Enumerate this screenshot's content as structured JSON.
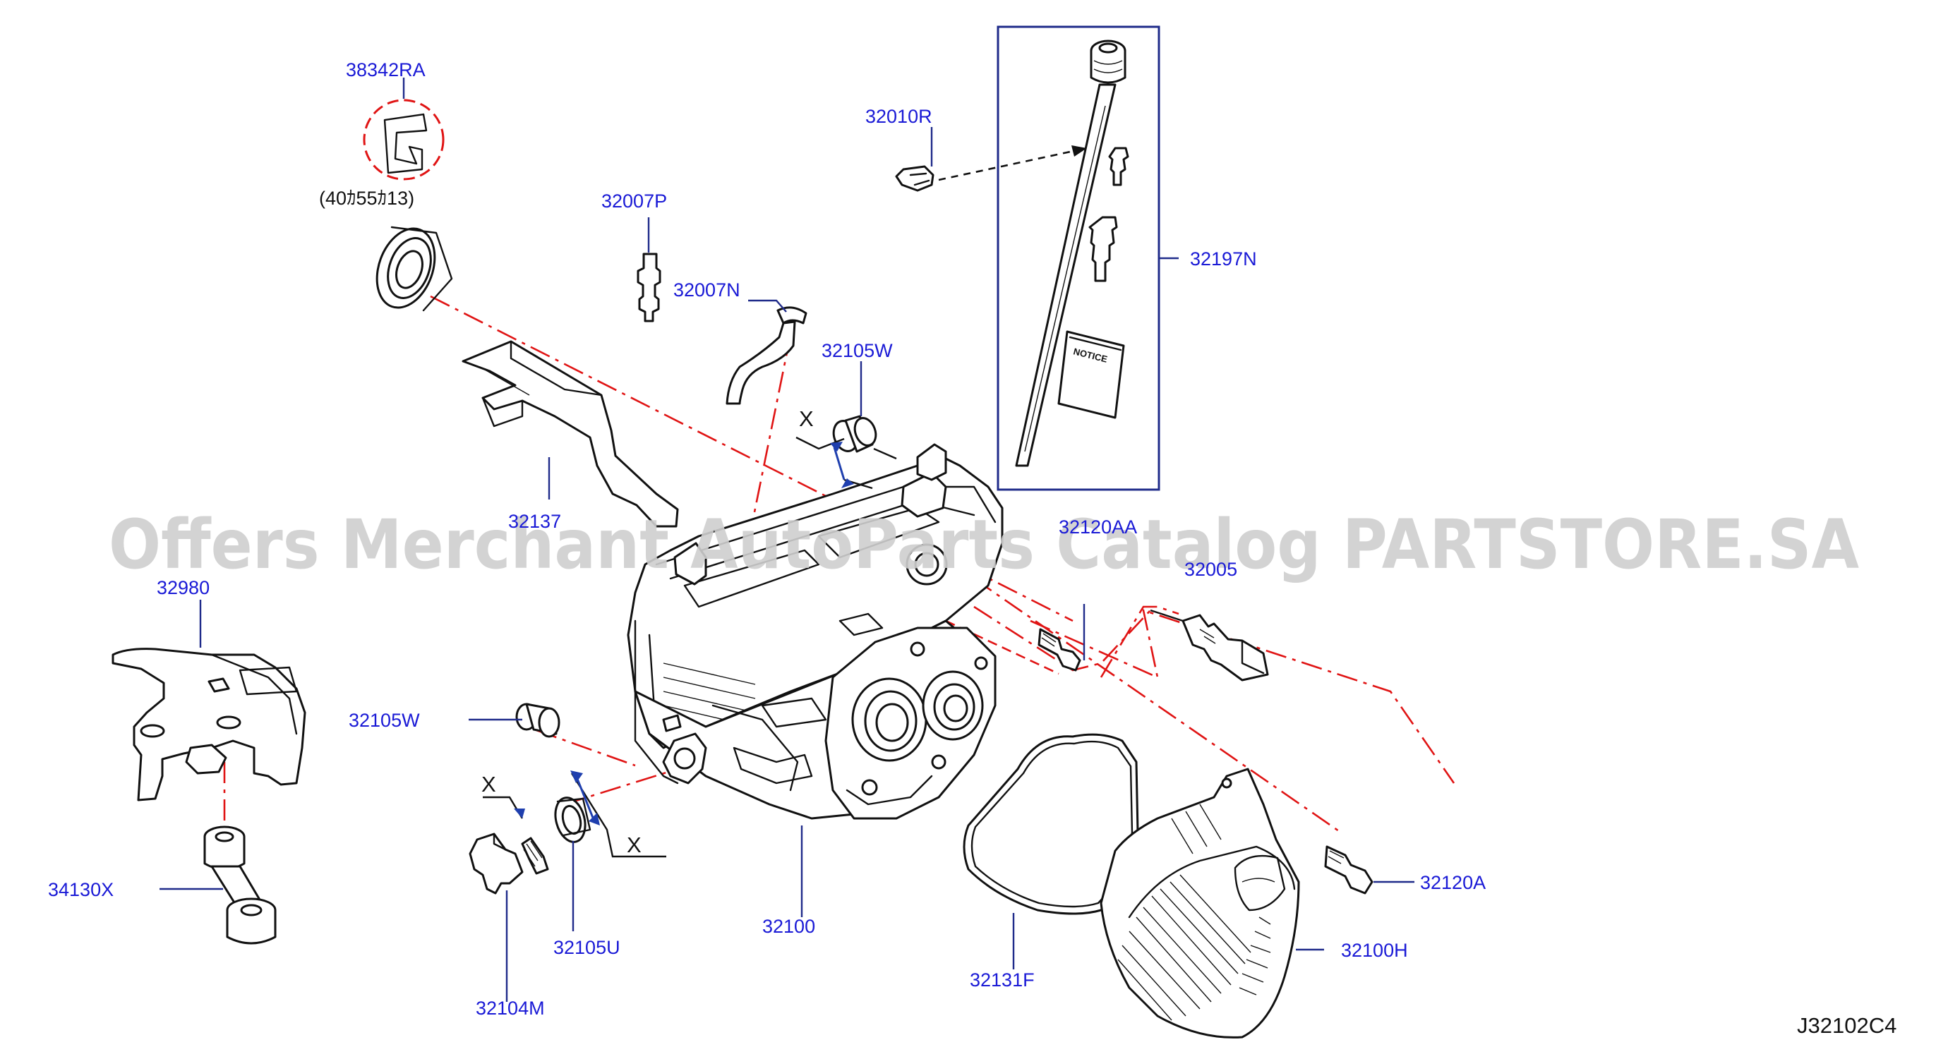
{
  "diagram_ref": "J32102C4",
  "watermark": "Offers Merchant AutoParts Catalog PARTSTORE.SA",
  "callouts": {
    "p38342RA": "38342RA",
    "p38342RA_note": "(40ｶ55ｶ13)",
    "p32007P": "32007P",
    "p32007N": "32007N",
    "p32010R": "32010R",
    "p32105W_top": "32105W",
    "p32197N": "32197N",
    "p32137": "32137",
    "p32120AA": "32120AA",
    "p32005": "32005",
    "p32980": "32980",
    "p32105W": "32105W",
    "p34130X": "34130X",
    "p32105U": "32105U",
    "p32104M": "32104M",
    "p32100": "32100",
    "p32131F": "32131F",
    "p32100H": "32100H",
    "p32120A": "32120A"
  },
  "markers": {
    "x_top": "X",
    "x_left": "X",
    "x_right": "X"
  },
  "notice_label": "NOTICE",
  "colors": {
    "part_number": "#1a1ad6",
    "centerline": "#e01414",
    "leader": "#1f2b8a"
  }
}
